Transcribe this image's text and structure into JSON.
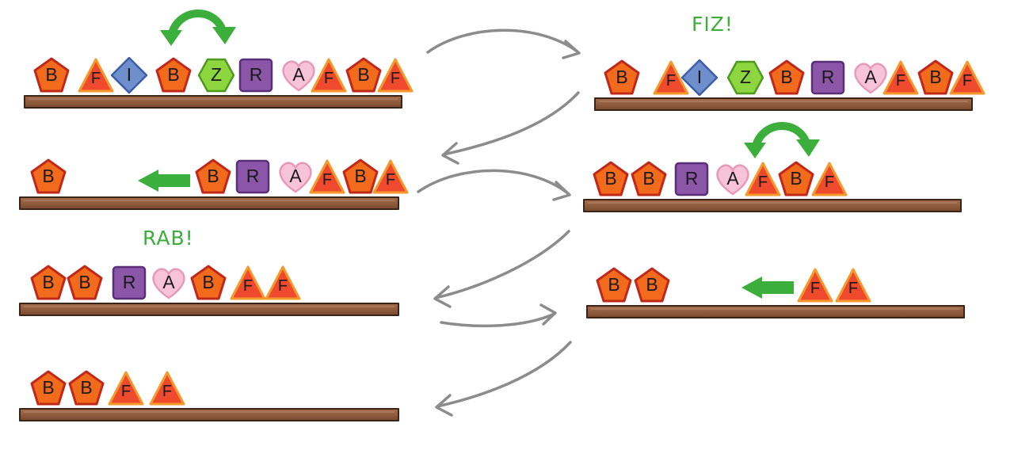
{
  "colors": {
    "B": "#f26b1d",
    "F": "#ef4a2e",
    "I": "#6e8fcc",
    "Z": "#8dd63f",
    "R": "#8b56a8",
    "A": "#f7c3d6",
    "accent": "#3cae3c",
    "flow": "#8c8c8c"
  },
  "annotations": {
    "fiz": "FIZ!",
    "rab": "RAB!"
  },
  "states": [
    {
      "id": "s1",
      "tokens": [
        "B",
        "F",
        "I",
        "B",
        "Z",
        "R",
        "A",
        "F",
        "B",
        "F"
      ],
      "move": "swap"
    },
    {
      "id": "s2",
      "tokens": [
        "B",
        "F",
        "I",
        "Z",
        "B",
        "R",
        "A",
        "F",
        "B",
        "F"
      ],
      "exclaim": "fiz"
    },
    {
      "id": "s3",
      "tokens": [
        "B",
        "B",
        "R",
        "A",
        "F",
        "B",
        "F"
      ],
      "move": "slide-left"
    },
    {
      "id": "s4",
      "tokens": [
        "B",
        "B",
        "R",
        "A",
        "F",
        "B",
        "F"
      ],
      "move": "swap"
    },
    {
      "id": "s5",
      "tokens": [
        "B",
        "B",
        "R",
        "A",
        "B",
        "F",
        "F"
      ],
      "exclaim": "rab"
    },
    {
      "id": "s6",
      "tokens": [
        "B",
        "B",
        "F",
        "F"
      ],
      "move": "slide-left"
    },
    {
      "id": "s7",
      "tokens": [
        "B",
        "B",
        "F",
        "F"
      ]
    }
  ],
  "shape_icons": {
    "B": "pentagon-icon",
    "F": "triangle-icon",
    "I": "diamond-icon",
    "Z": "hexagon-icon",
    "R": "square-icon",
    "A": "heart-icon"
  }
}
